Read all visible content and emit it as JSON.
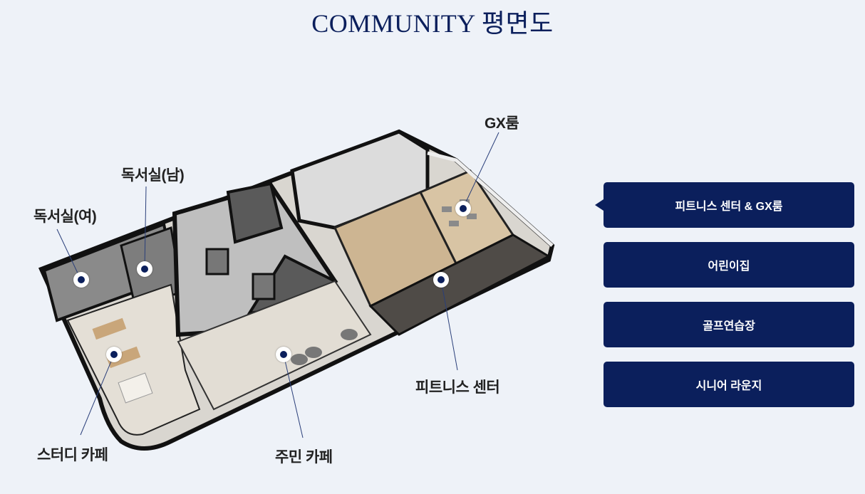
{
  "header": {
    "title": "COMMUNITY 평면도"
  },
  "floorplan": {
    "labels": [
      {
        "id": "reading-room-female",
        "text": "독서실(여)"
      },
      {
        "id": "reading-room-male",
        "text": "독서실(남)"
      },
      {
        "id": "gx-room",
        "text": "GX룸"
      },
      {
        "id": "fitness-center",
        "text": "피트니스 센터"
      },
      {
        "id": "study-cafe",
        "text": "스터디 카페"
      },
      {
        "id": "resident-cafe",
        "text": "주민 카페"
      }
    ]
  },
  "menu": {
    "items": [
      {
        "label": "피트니스 센터 & GX룸",
        "active": true
      },
      {
        "label": "어린이집",
        "active": false
      },
      {
        "label": "골프연습장",
        "active": false
      },
      {
        "label": "시니어 라운지",
        "active": false
      }
    ]
  },
  "colors": {
    "accent": "#0b1f5c",
    "background": "#eef2f8"
  }
}
